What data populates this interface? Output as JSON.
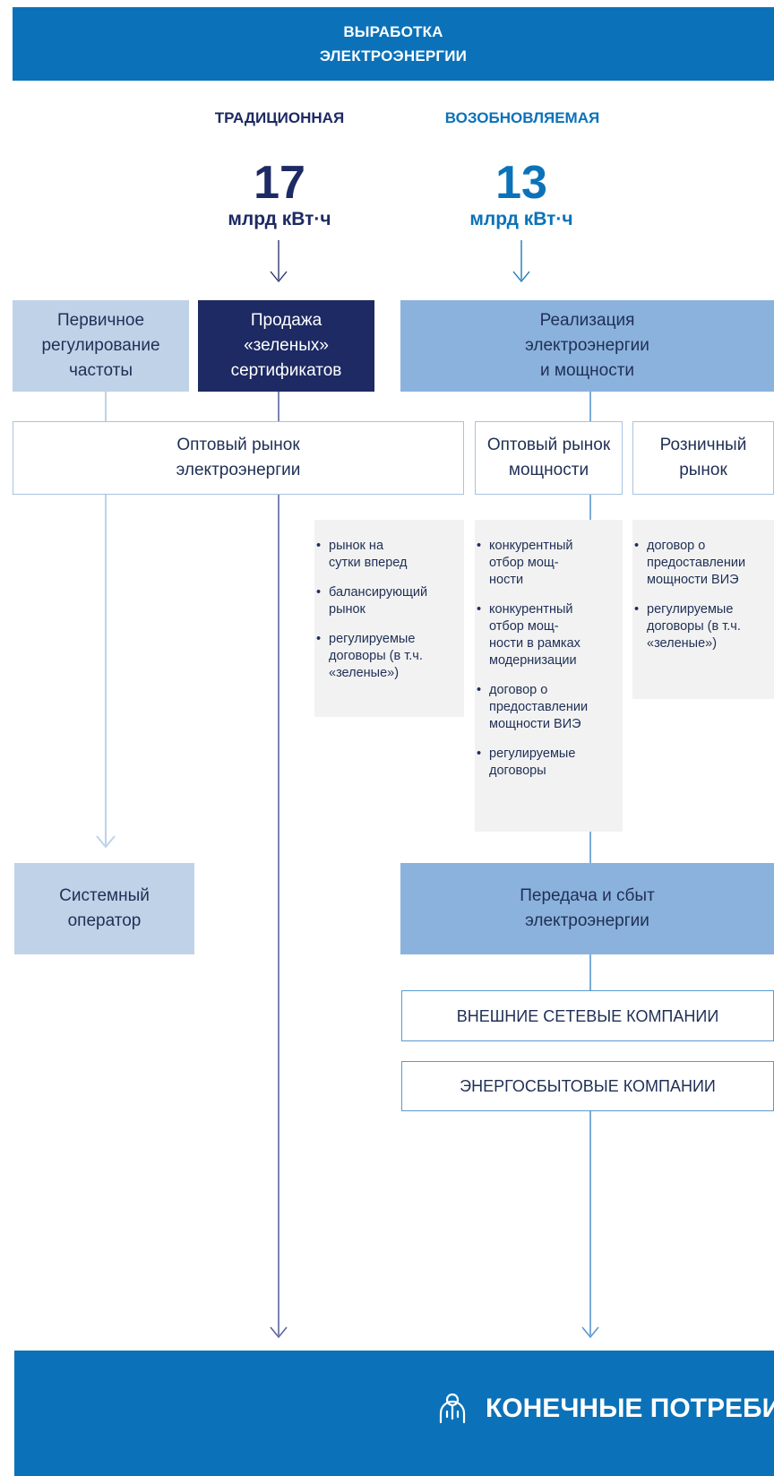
{
  "header": {
    "line1": "ВЫРАБОТКА",
    "line2": "ЭЛЕКТРОЭНЕРГИИ"
  },
  "branches": {
    "traditional": {
      "title": "ТРАДИЦИОННАЯ",
      "value": "17",
      "unit": "млрд кВт·ч"
    },
    "renewable": {
      "title": "ВОЗОБНОВЛЯЕМАЯ",
      "value": "13",
      "unit": "млрд кВт·ч"
    }
  },
  "boxes": {
    "frequency": [
      "Первичное",
      "регулирование",
      "частоты"
    ],
    "green_certificates": [
      "Продажа",
      "«зеленых»",
      "сертификатов"
    ],
    "sales": [
      "Реализация",
      "электроэнергии",
      "и мощности"
    ],
    "wholesale_energy": [
      "Оптовый рынок",
      "электроэнергии"
    ],
    "wholesale_capacity": [
      "Оптовый рынок",
      "мощности"
    ],
    "retail": [
      "Розничный",
      "рынок"
    ],
    "system_operator": [
      "Системный",
      "оператор"
    ],
    "transmission": [
      "Передача и сбыт",
      "электроэнергии"
    ],
    "grid_companies": "ВНЕШНИЕ СЕТЕВЫЕ КОМПАНИИ",
    "supply_companies": "ЭНЕРГОСБЫТОВЫЕ КОМПАНИИ"
  },
  "lists": {
    "wholesale_energy": [
      [
        "рынок на",
        "сутки вперед"
      ],
      [
        "балансирующий",
        "рынок"
      ],
      [
        "регулируемые",
        "договоры (в т.ч.",
        "«зеленые»)"
      ]
    ],
    "wholesale_capacity": [
      [
        "конкурентный",
        "отбор мощ-",
        "ности"
      ],
      [
        "конкурентный",
        "отбор мощ-",
        "ности в рамках",
        "модернизации"
      ],
      [
        "договор о",
        "предоставлении",
        "мощности ВИЭ"
      ],
      [
        "регулируемые",
        "договоры"
      ]
    ],
    "retail": [
      [
        "договор о",
        "предоставлении",
        "мощности ВИЭ"
      ],
      [
        "регулируемые",
        "договоры (в т.ч.",
        "«зеленые»)"
      ]
    ]
  },
  "footer": {
    "label": "КОНЕЧНЫЕ ПОТРЕБИТ",
    "icon": "consumer-icon"
  },
  "colors": {
    "brand_blue": "#0b72b9",
    "navy": "#1d2a63",
    "light_blue": "#bfd2e8",
    "mid_blue": "#8bb2dc"
  }
}
